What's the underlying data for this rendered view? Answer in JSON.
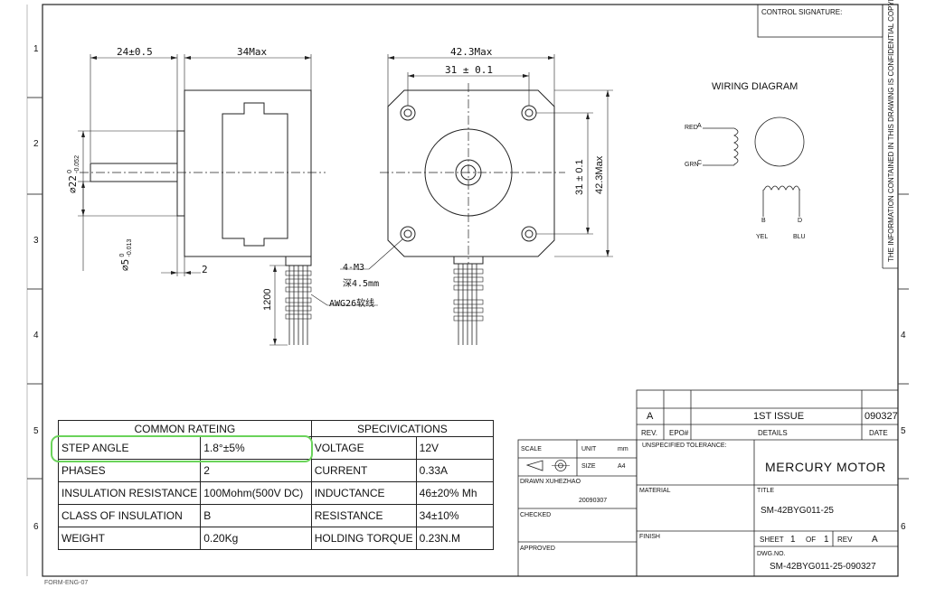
{
  "border": {
    "row_numbers": [
      "1",
      "2",
      "3",
      "4",
      "5",
      "6"
    ],
    "form_code": "FORM-ENG-07"
  },
  "side_view": {
    "dim_shaft_len": "24±0.5",
    "dim_body_len": "34Max",
    "dim_shaft_dia": "⌀22 0/-0.052",
    "dim_shaft_dia_main": "⌀22",
    "dim_shaft_dia_tol_up": "0",
    "dim_shaft_dia_tol_low": "-0.052",
    "dim_shaft_5": "⌀5",
    "dim_shaft_5_tol_up": "0",
    "dim_shaft_5_tol_low": "-0.013",
    "dim_flange": "2",
    "dim_lead_len": "1200",
    "wire_label": "AWG26软线"
  },
  "front_view": {
    "dim_width_max": "42.3Max",
    "dim_hole_spacing": "31 ± 0.1",
    "dim_hole_spacing_v": "31 ± 0.1",
    "dim_height_max": "42.3Max",
    "screw_label_1": "4-M3",
    "screw_label_2": "深4.5mm"
  },
  "wiring": {
    "title": "WIRING DIAGRAM",
    "labels": {
      "red": "RED",
      "grn": "GRN",
      "a": "A",
      "c": "C",
      "b": "B",
      "d": "D",
      "yel": "YEL",
      "blu": "BLU"
    }
  },
  "control_signature": "CONTROL SIGNATURE:",
  "copyright_note": "THE INFORMATION CONTAINED IN THIS DRAWING IS CONFIDENTIAL   COPYRIGHT",
  "common_rating": {
    "header": "COMMON RATEING",
    "rows": [
      {
        "label": "STEP ANGLE",
        "value": "1.8°±5%"
      },
      {
        "label": "PHASES",
        "value": "2"
      },
      {
        "label": "INSULATION RESISTANCE",
        "value": "100Mohm(500V DC)"
      },
      {
        "label": "CLASS OF INSULATION",
        "value": "B"
      },
      {
        "label": "WEIGHT",
        "value": "0.20Kg"
      }
    ]
  },
  "specifications": {
    "header": "SPECIVICATIONS",
    "rows": [
      {
        "label": "VOLTAGE",
        "value": "12V"
      },
      {
        "label": "CURRENT",
        "value": "0.33A"
      },
      {
        "label": "INDUCTANCE",
        "value": "46±20% Mh"
      },
      {
        "label": "RESISTANCE",
        "value": "34±10%"
      },
      {
        "label": "HOLDING TORQUE",
        "value": "0.23N.M"
      }
    ]
  },
  "revision": {
    "rev": "A",
    "issue": "1ST ISSUE",
    "date_value": "090327",
    "rev_label": "REV.",
    "epo_label": "EPO#",
    "details_label": "DETAILS",
    "date_label": "DATE"
  },
  "title_block": {
    "scale_label": "SCALE",
    "unit_label": "UNIT",
    "unit_value": "mm",
    "size_label": "SIZE",
    "size_value": "A4",
    "drawn_label": "DRAWN XUHEZHAO",
    "drawn_date": "20090307",
    "checked_label": "CHECKED",
    "approved_label": "APPROVED",
    "tolerance_label": "UNSPECIFIED TOLERANCE:",
    "company": "MERCURY MOTOR",
    "material_label": "MATERIAL",
    "title_label": "TITLE",
    "title_value": "SM-42BYG011-25",
    "finish_label": "FINISH",
    "sheet_label": "SHEET",
    "sheet_num": "1",
    "of_label": "OF",
    "sheet_total": "1",
    "rev_label": "REV",
    "rev_value": "A",
    "dwg_label": "DWG.NO.",
    "dwg_value": "SM-42BYG011-25-090327"
  }
}
